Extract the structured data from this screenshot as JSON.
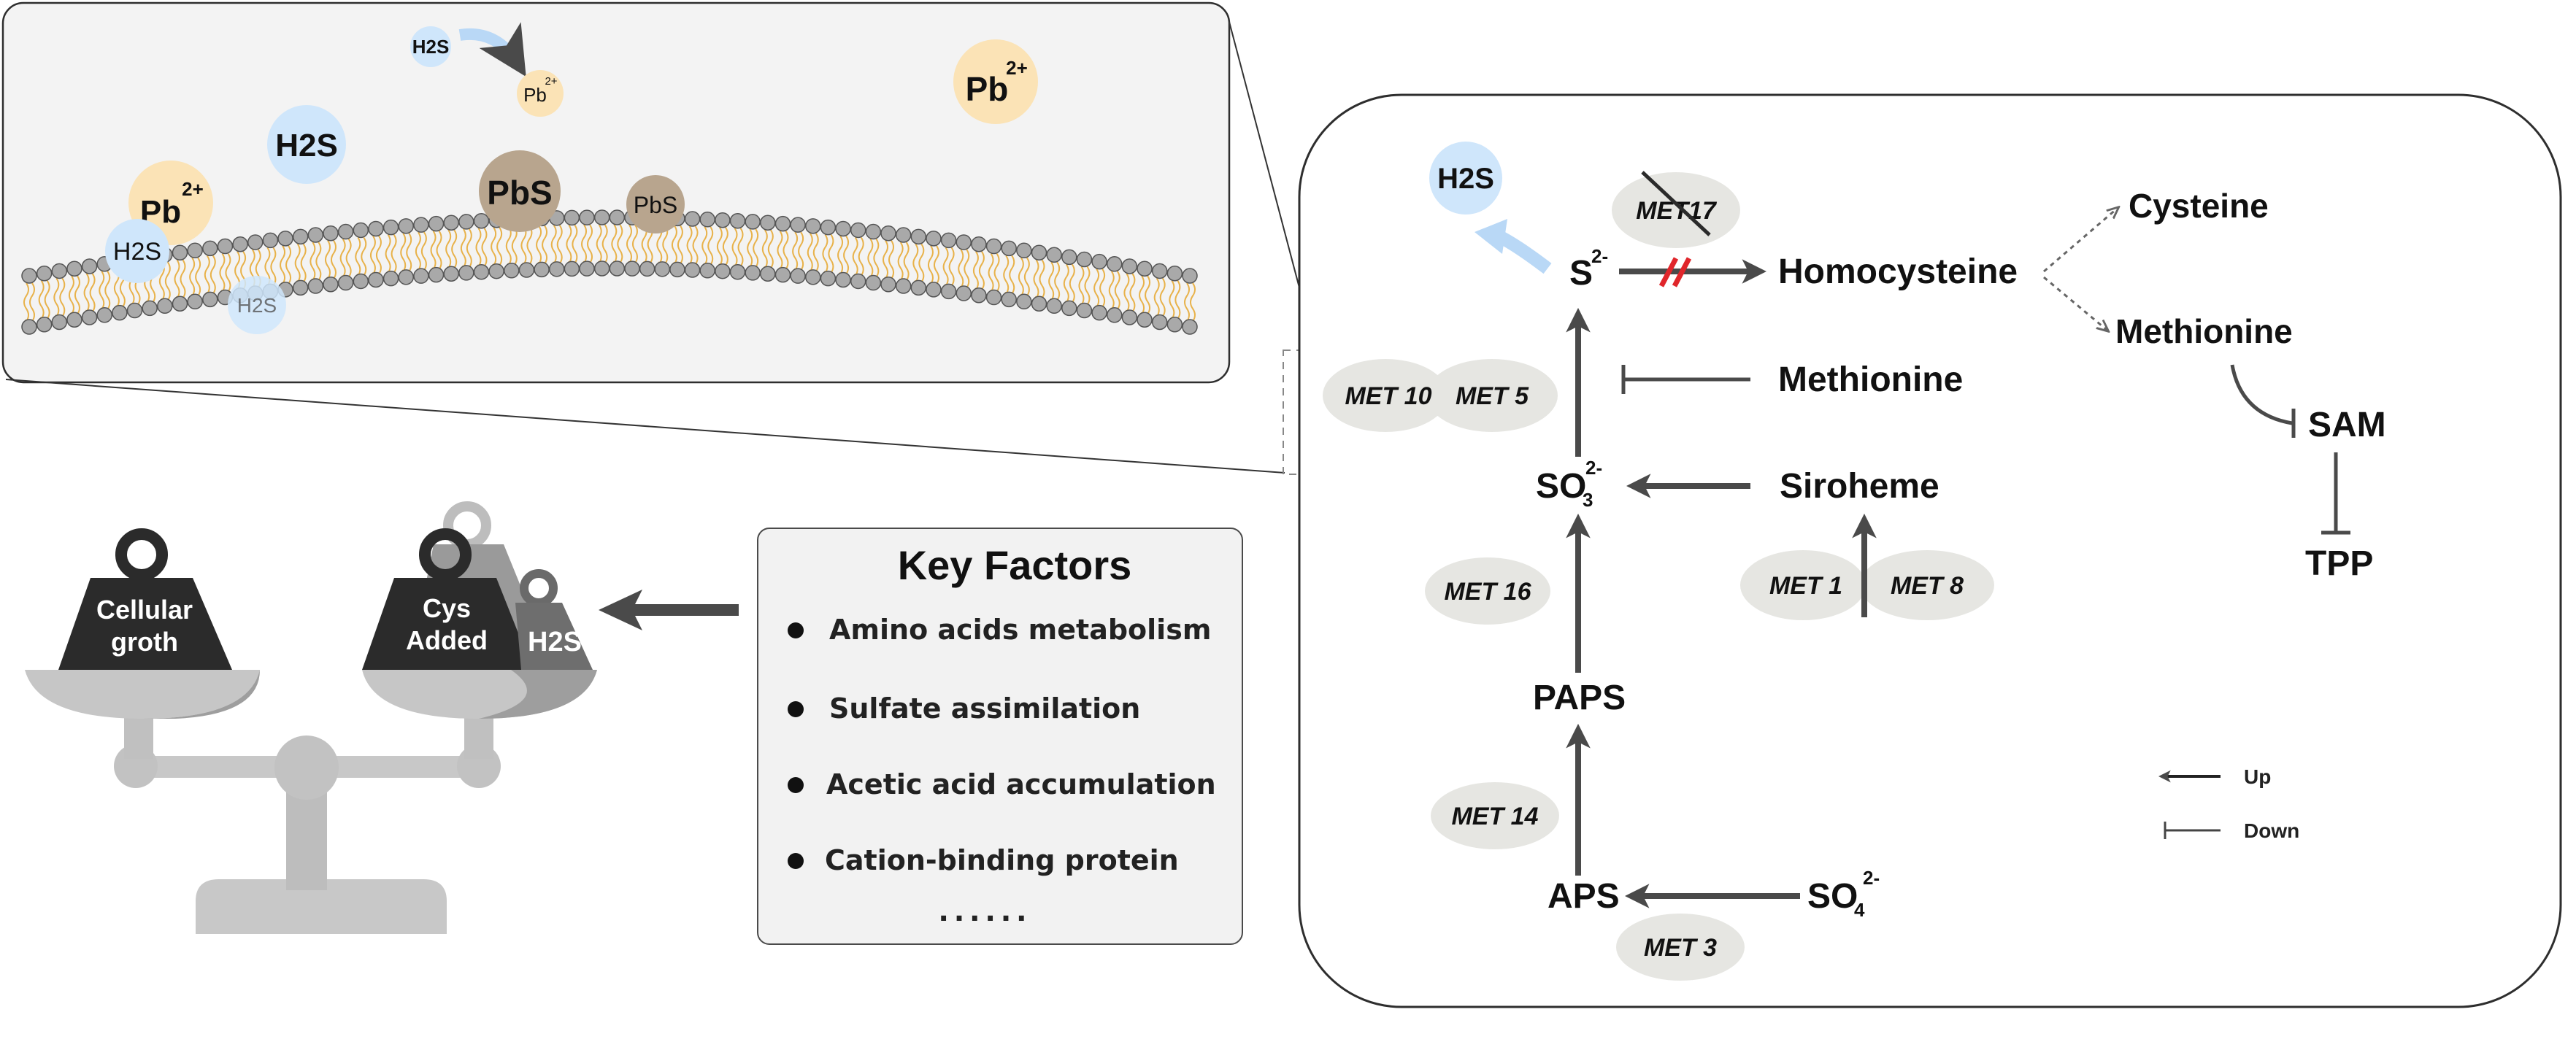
{
  "membrane_inset": {
    "h2s_label": "H2S",
    "pb_label": "Pb",
    "pb_charge": "2+",
    "pbs_label": "PbS"
  },
  "key_factors": {
    "title": "Key Factors",
    "items": [
      "Amino acids metabolism",
      "Sulfate assimilation",
      "Acetic acid accumulation",
      "Cation-binding protein"
    ],
    "ellipsis": "......"
  },
  "balance": {
    "left_weight": [
      "Cellular",
      "groth"
    ],
    "right_weight": [
      "Cys",
      "Added"
    ],
    "right_small_weight": "H2S"
  },
  "pathway": {
    "metabolites": {
      "h2s": "H2S",
      "s2": "S",
      "s2_charge": "2-",
      "homocysteine": "Homocysteine",
      "cysteine": "Cysteine",
      "methionine_top": "Methionine",
      "methionine_mid": "Methionine",
      "sam": "SAM",
      "tpp": "TPP",
      "so3": "SO",
      "so3_sub": "3",
      "so3_charge": "2-",
      "siroheme": "Siroheme",
      "paps": "PAPS",
      "aps": "APS",
      "so4": "SO",
      "so4_sub": "4",
      "so4_charge": "2-"
    },
    "enzymes": {
      "met17": "MET17",
      "met10": "MET 10",
      "met5": "MET 5",
      "met1": "MET 1",
      "met8": "MET 8",
      "met16": "MET 16",
      "met14": "MET 14",
      "met3": "MET 3"
    }
  },
  "legend": {
    "up": "Up",
    "down": "Down"
  },
  "colors": {
    "membrane_bead": "#a9a9a9",
    "lipid_tail": "#e8b24a",
    "h2s_bubble": "#cfe6fb",
    "pb_bubble": "#fbe3b6",
    "pbs_bubble": "#b8a58e",
    "enzyme_ellipse": "#e6e6e2",
    "arrow": "#505050",
    "block_mark": "#e0262b",
    "weight_dark": "#2b2b2b"
  }
}
